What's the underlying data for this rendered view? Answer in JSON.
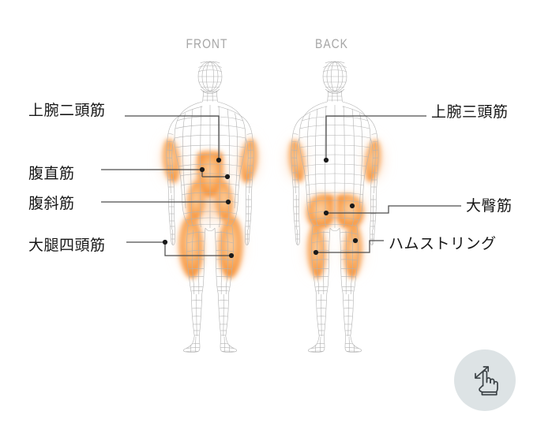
{
  "page": {
    "background_color": "#ffffff",
    "title_front": "FRONT",
    "title_back": "BACK"
  },
  "headings": {
    "front": "FRONT",
    "back": "BACK",
    "color": "#a6a6a6"
  },
  "colors": {
    "highlight_orange": "#f6871f",
    "highlight_orange_light": "#fbc48a",
    "glow": "#fde3cc",
    "wireframe": "#b0b0b0",
    "leader_line": "#4d4d4d",
    "label_text": "#171717",
    "badge_background": "#dde3e5",
    "badge_icon": "#3c4347"
  },
  "labels": {
    "biceps": {
      "text": "上腕二頭筋",
      "side": "left",
      "muscle": "biceps-brachii"
    },
    "rectus_abdominis": {
      "text": "腹直筋",
      "side": "left",
      "muscle": "rectus-abdominis"
    },
    "obliques": {
      "text": "腹斜筋",
      "side": "left",
      "muscle": "obliques"
    },
    "quadriceps": {
      "text": "大腿四頭筋",
      "side": "left",
      "muscle": "quadriceps"
    },
    "triceps": {
      "text": "上腕三頭筋",
      "side": "right",
      "muscle": "triceps-brachii"
    },
    "gluteus": {
      "text": "大臀筋",
      "side": "right",
      "muscle": "gluteus-maximus"
    },
    "hamstring": {
      "text": "ハムストリング",
      "side": "right",
      "muscle": "hamstring"
    }
  },
  "badge": {
    "icon": "pinch-zoom-gesture-icon",
    "description": "pinch to zoom"
  }
}
